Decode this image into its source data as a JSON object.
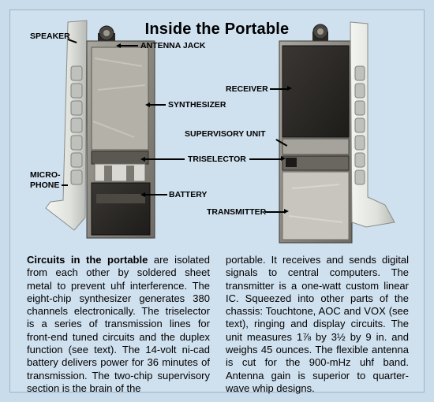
{
  "title": "Inside the Portable",
  "labels": {
    "speaker": "SPEAKER",
    "antenna_jack": "ANTENNA JACK",
    "synthesizer": "SYNTHESIZER",
    "receiver": "RECEIVER",
    "supervisory_unit": "SUPERVISORY UNIT",
    "triselector": "TRISELECTOR",
    "microphone_line1": "MICRO-",
    "microphone_line2": "PHONE",
    "battery": "BATTERY",
    "transmitter": "TRANSMITTER"
  },
  "caption": {
    "lead": "Circuits in the portable",
    "left_text": " are isolated from each other by soldered sheet metal to prevent uhf interference. The eight-chip synthesizer generates 380 channels electronically. The triselector is a series of transmission lines for front-end tuned circuits and the duplex function (see text). The 14-volt ni-cad battery delivers power for 36 minutes of transmission. The two-chip supervisory section is the brain of the",
    "right_text": "portable. It receives and sends digital signals to central computers. The transmitter is a one-watt custom linear IC. Squeezed into other parts of the chassis: Touchtone, AOC and VOX (see text), ringing and display circuits. The unit measures 1⅞ by 3½ by 9 in. and weighs 45 ounces. The flexible antenna is cut for the 900-mHz uhf band. Antenna gain is superior to quarter-wave whip designs."
  },
  "colors": {
    "background": "#c9dcec",
    "housing": "#e9ebe6",
    "chassis": "#8c8a83"
  }
}
